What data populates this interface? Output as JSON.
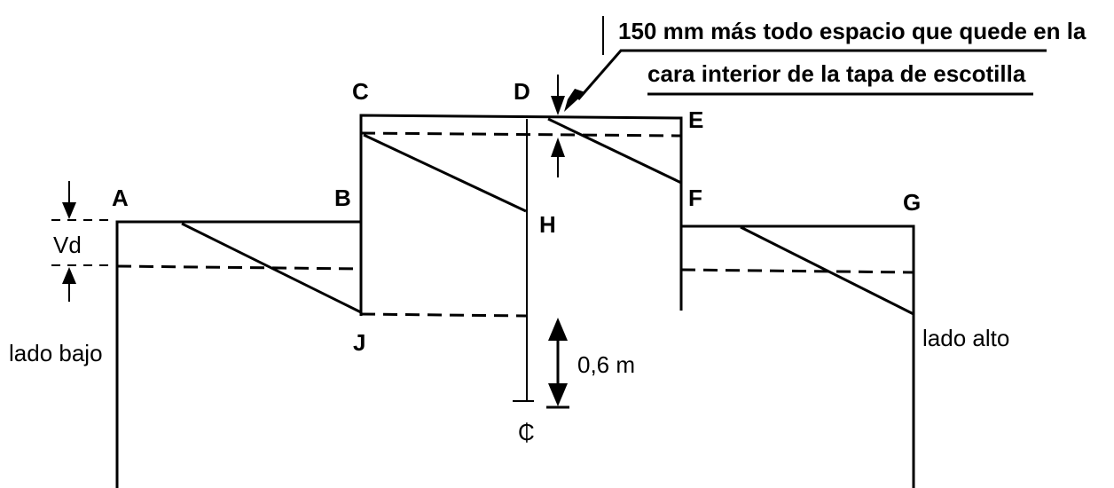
{
  "points": {
    "A": "A",
    "B": "B",
    "C": "C",
    "D": "D",
    "E": "E",
    "F": "F",
    "G": "G",
    "H": "H",
    "J": "J"
  },
  "labels": {
    "vd": "Vd",
    "low_side": "lado bajo",
    "high_side": "lado alto",
    "height": "0,6 m",
    "centerline": "₵"
  },
  "note": {
    "line1": "150 mm más todo espacio que quede en la",
    "line2": "cara interior de la tapa de escotilla"
  }
}
